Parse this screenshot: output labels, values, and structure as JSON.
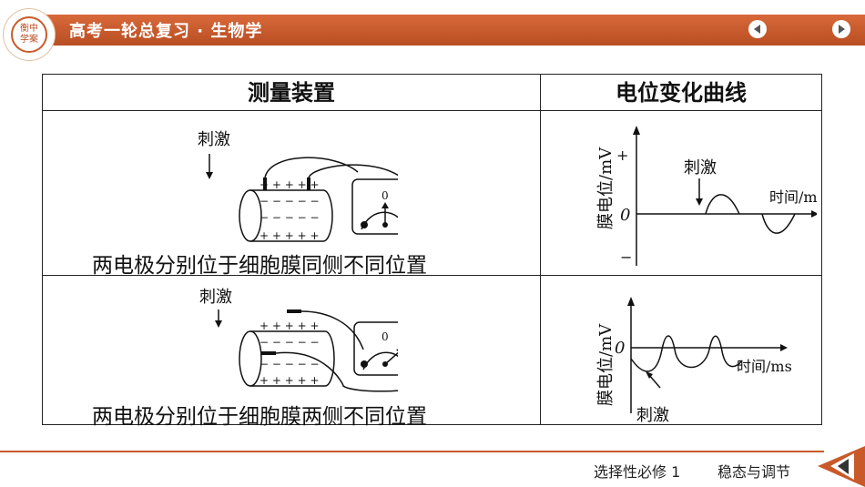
{
  "header": {
    "logo_text_line1": "衡中",
    "logo_text_line2": "学案",
    "title": "高考一轮总复习 · 生物学",
    "prev_icon": "prev-arrow-icon",
    "next_icon": "next-arrow-icon"
  },
  "table": {
    "col1_header": "测量装置",
    "col2_header": "电位变化曲线",
    "rows": [
      {
        "apparatus": {
          "stimulus_label": "刺激",
          "dial_zero": "0",
          "plus_marks": "+ + + + +",
          "minus_marks": "− − − − −"
        },
        "caption": "两电极分别位于细胞膜同侧不同位置",
        "curve": {
          "ylabel": "膜电位/mV",
          "plus": "+",
          "minus": "−",
          "origin": "0",
          "xlabel": "时间/ms",
          "stimulus_label": "刺激"
        }
      },
      {
        "apparatus": {
          "stimulus_label": "刺激",
          "dial_zero": "0",
          "plus_marks": "+ + + + +",
          "minus_marks": "− − − − −"
        },
        "caption": "两电极分别位于细胞膜两侧不同位置",
        "curve": {
          "ylabel": "膜电位/mV",
          "origin": "0",
          "xlabel": "时间/ms",
          "stimulus_label": "刺激"
        }
      }
    ]
  },
  "footer": {
    "course": "选择性必修 1",
    "chapter": "稳态与调节"
  },
  "colors": {
    "accent": "#c85a2a"
  }
}
